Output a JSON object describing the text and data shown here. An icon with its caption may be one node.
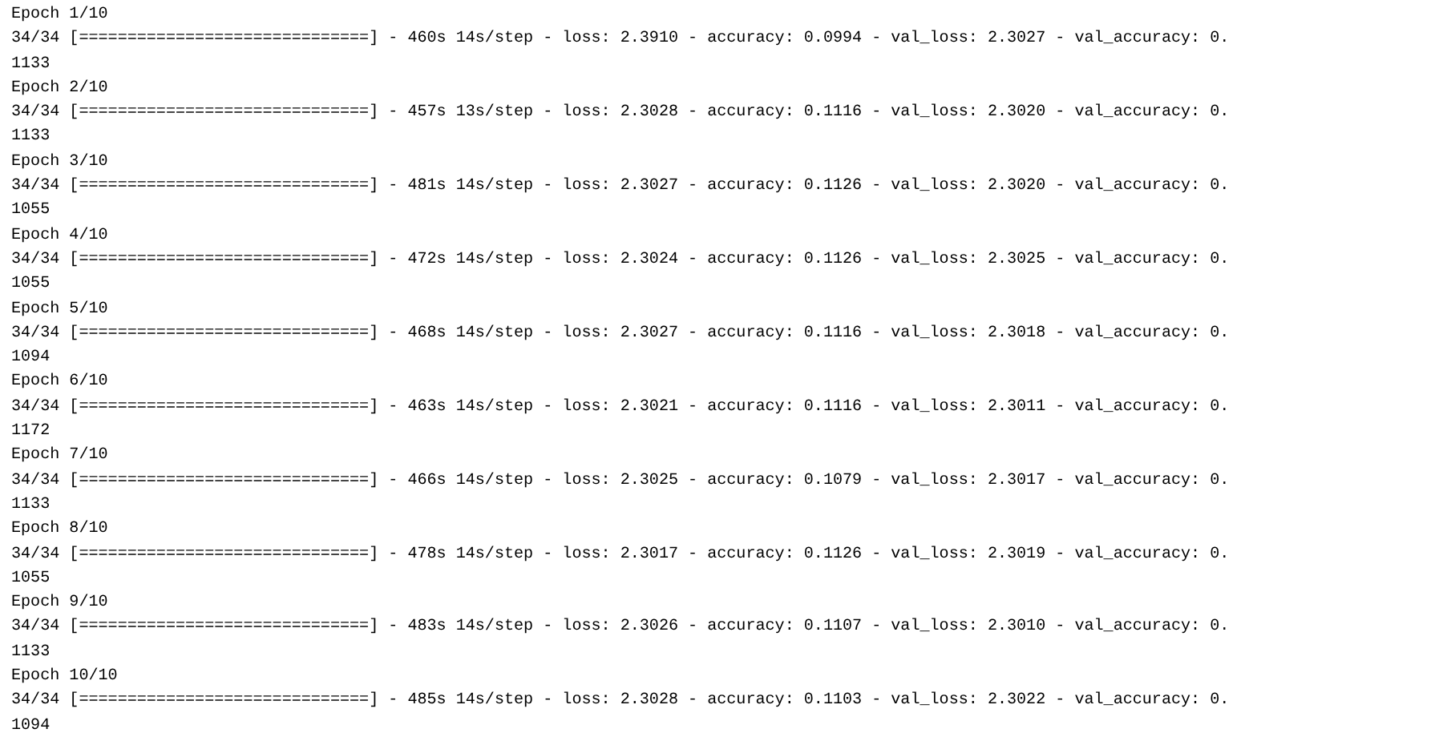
{
  "diagram": {
    "labels": [
      "Epoch 1/10",
      "34/34 [==============================] - 460s 14s/step - loss: 2.3910 - accuracy: 0.0994 - val_loss: 2.3027 - val_accuracy: 0.",
      "1133",
      "Epoch 2/10",
      "34/34 [==============================] - 457s 13s/step - loss: 2.3028 - accuracy: 0.1116 - val_loss: 2.3020 - val_accuracy: 0.",
      "1133",
      "Epoch 3/10",
      "34/34 [==============================] - 481s 14s/step - loss: 2.3027 - accuracy: 0.1126 - val_loss: 2.3020 - val_accuracy: 0.",
      "1055",
      "Epoch 4/10",
      "34/34 [==============================] - 472s 14s/step - loss: 2.3024 - accuracy: 0.1126 - val_loss: 2.3025 - val_accuracy: 0.",
      "1055",
      "Epoch 5/10",
      "34/34 [==============================] - 468s 14s/step - loss: 2.3027 - accuracy: 0.1116 - val_loss: 2.3018 - val_accuracy: 0.",
      "1094",
      "Epoch 6/10",
      "34/34 [==============================] - 463s 14s/step - loss: 2.3021 - accuracy: 0.1116 - val_loss: 2.3011 - val_accuracy: 0.",
      "1172",
      "Epoch 7/10",
      "34/34 [==============================] - 466s 14s/step - loss: 2.3025 - accuracy: 0.1079 - val_loss: 2.3017 - val_accuracy: 0.",
      "1133",
      "Epoch 8/10",
      "34/34 [==============================] - 478s 14s/step - loss: 2.3017 - accuracy: 0.1126 - val_loss: 2.3019 - val_accuracy: 0.",
      "1055",
      "Epoch 9/10",
      "34/34 [==============================] - 483s 14s/step - loss: 2.3026 - accuracy: 0.1107 - val_loss: 2.3010 - val_accuracy: 0.",
      "1133",
      "Epoch 10/10",
      "34/34 [==============================] - 485s 14s/step - loss: 2.3028 - accuracy: 0.1103 - val_loss: 2.3022 - val_accuracy: 0.",
      "1094"
    ]
  }
}
